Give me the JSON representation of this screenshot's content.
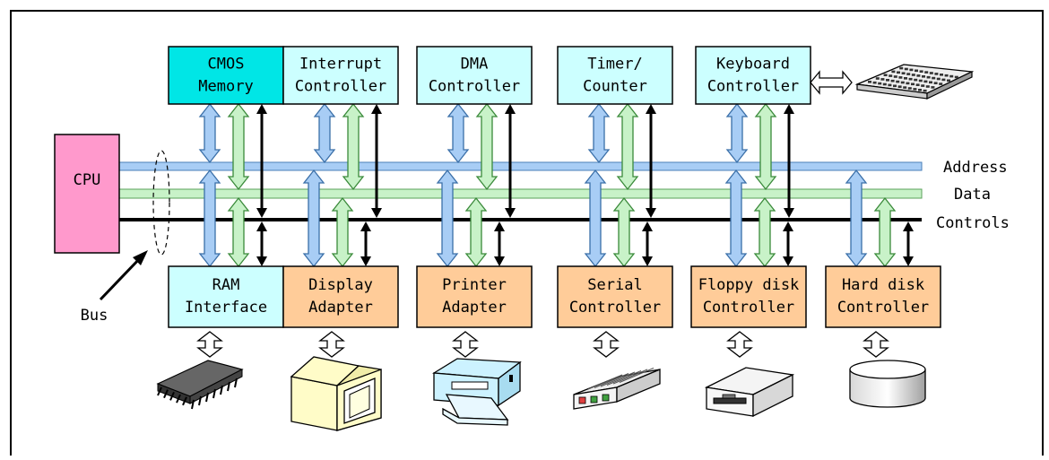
{
  "cpu": {
    "label": "CPU"
  },
  "bus_lines": [
    {
      "key": "address",
      "label": "Address",
      "color": "#a8cdf5"
    },
    {
      "key": "data",
      "label": "Data",
      "color": "#c8f2c8"
    },
    {
      "key": "controls",
      "label": "Controls",
      "color": "#000000"
    }
  ],
  "bus_caption": "Bus",
  "top_controllers": [
    {
      "line1": "CMOS",
      "line2": "Memory",
      "fill": "#00e6e6",
      "key": "cmos"
    },
    {
      "line1": "Interrupt",
      "line2": "Controller",
      "fill": "#ccffff",
      "key": "interrupt"
    },
    {
      "line1": "DMA",
      "line2": "Controller",
      "fill": "#ccffff",
      "key": "dma"
    },
    {
      "line1": "Timer/",
      "line2": "Counter",
      "fill": "#ccffff",
      "key": "timer"
    },
    {
      "line1": "Keyboard",
      "line2": "Controller",
      "fill": "#ccffff",
      "key": "keyboard"
    }
  ],
  "bottom_controllers": [
    {
      "line1": "RAM",
      "line2": "Interface",
      "fill": "#ccffff",
      "key": "ram",
      "device": "memory-chip-icon"
    },
    {
      "line1": "Display",
      "line2": "Adapter",
      "fill": "#ffcc99",
      "key": "display",
      "device": "monitor-icon"
    },
    {
      "line1": "Printer",
      "line2": "Adapter",
      "fill": "#ffcc99",
      "key": "printer",
      "device": "printer-icon"
    },
    {
      "line1": "Serial",
      "line2": "Controller",
      "fill": "#ffcc99",
      "key": "serial",
      "device": "modem-icon"
    },
    {
      "line1": "Floppy disk",
      "line2": "Controller",
      "fill": "#ffcc99",
      "key": "floppy",
      "device": "floppy-drive-icon"
    },
    {
      "line1": "Hard disk",
      "line2": "Controller",
      "fill": "#ffcc99",
      "key": "harddisk",
      "device": "hard-disk-icon"
    }
  ],
  "keyboard_device": "keyboard-icon"
}
